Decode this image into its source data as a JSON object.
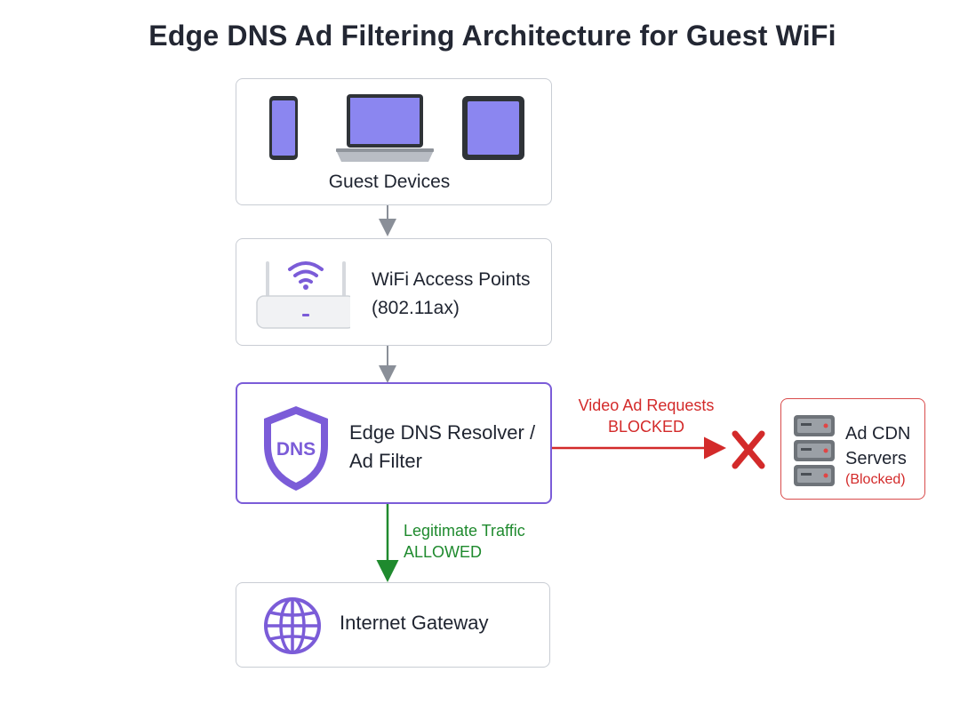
{
  "title": "Edge DNS Ad Filtering Architecture for Guest WiFi",
  "nodes": {
    "guest_devices": {
      "label": "Guest Devices",
      "icons": [
        "smartphone-icon",
        "laptop-icon",
        "tablet-icon"
      ]
    },
    "wifi_ap": {
      "label_line1": "WiFi Access Points",
      "label_line2": "(802.11ax)",
      "icon": "wifi-router-icon"
    },
    "dns_filter": {
      "label_line1": "Edge DNS Resolver /",
      "label_line2": "Ad Filter",
      "badge": "DNS",
      "icon": "shield-icon"
    },
    "internet_gateway": {
      "label": "Internet Gateway",
      "icon": "globe-icon"
    },
    "ad_cdn": {
      "label_line1": "Ad CDN",
      "label_line2": "Servers",
      "status": "(Blocked)",
      "icon": "server-rack-icon"
    }
  },
  "edges": {
    "blocked": {
      "line1": "Video Ad Requests",
      "line2": "BLOCKED",
      "marker": "x-mark-icon"
    },
    "allowed": {
      "line1": "Legitimate Traffic",
      "line2": "ALLOWED"
    }
  },
  "colors": {
    "accent": "#7b5cd8",
    "blocked": "#d32a2a",
    "allowed": "#1f8a2e",
    "arrow": "#8a8f98",
    "device_screen": "#8b86f0"
  }
}
